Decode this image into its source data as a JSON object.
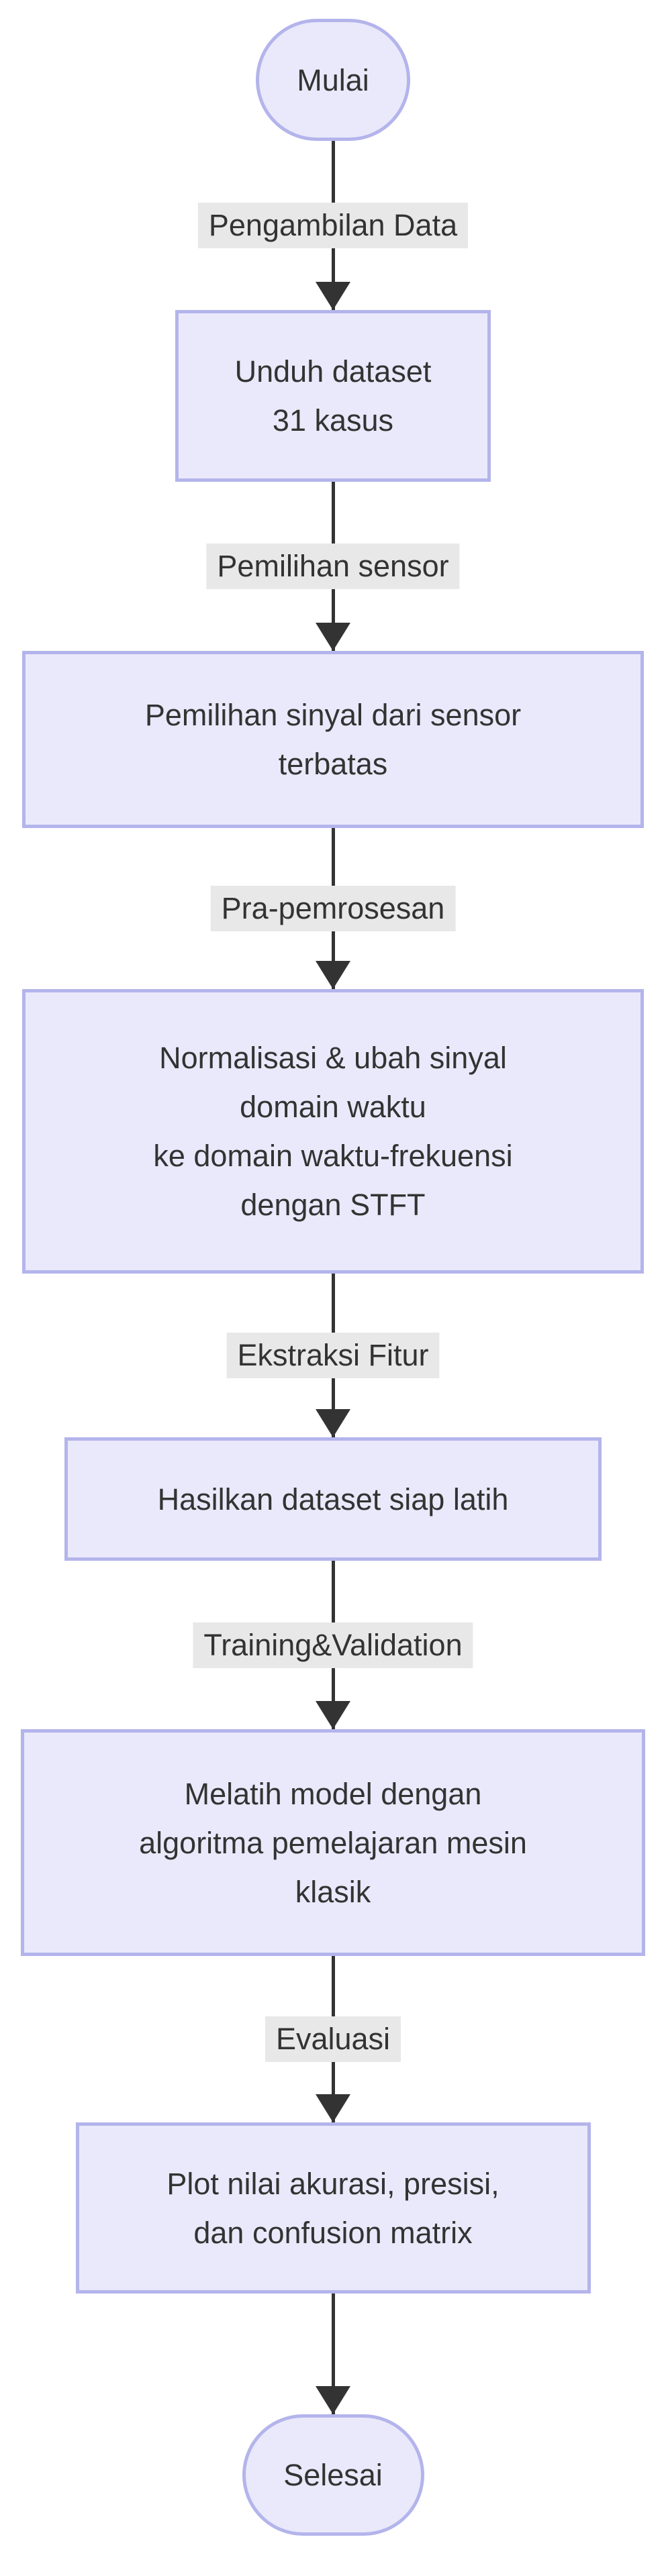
{
  "diagram": {
    "type": "flowchart",
    "direction": "top-down",
    "colors": {
      "background": "#ffffff",
      "node_fill": "#e9e9fb",
      "node_border": "#b4b4ec",
      "edge": "#333333",
      "edge_label_bg": "#e8e8e8",
      "text": "#333333"
    },
    "nodes": [
      {
        "id": "start",
        "shape": "stadium",
        "text": "Mulai"
      },
      {
        "id": "unduh-dataset",
        "shape": "rect",
        "text": "Unduh dataset\n31 kasus"
      },
      {
        "id": "pemilihan-sinyal",
        "shape": "rect",
        "text": "Pemilihan sinyal dari sensor\nterbatas"
      },
      {
        "id": "normalisasi",
        "shape": "rect",
        "text": "Normalisasi & ubah sinyal\ndomain waktu\nke domain waktu-frekuensi\ndengan STFT"
      },
      {
        "id": "hasilkan-dataset",
        "shape": "rect",
        "text": "Hasilkan dataset siap latih"
      },
      {
        "id": "melatih-model",
        "shape": "rect",
        "text": "Melatih model dengan\nalgoritma pemelajaran mesin\nklasik"
      },
      {
        "id": "plot-hasil",
        "shape": "rect",
        "text": "Plot nilai akurasi, presisi,\ndan confusion matrix"
      },
      {
        "id": "end",
        "shape": "stadium",
        "text": "Selesai"
      }
    ],
    "edges": [
      {
        "from": "start",
        "to": "unduh-dataset",
        "label": "Pengambilan Data"
      },
      {
        "from": "unduh-dataset",
        "to": "pemilihan-sinyal",
        "label": "Pemilihan sensor"
      },
      {
        "from": "pemilihan-sinyal",
        "to": "normalisasi",
        "label": "Pra-pemrosesan"
      },
      {
        "from": "normalisasi",
        "to": "hasilkan-dataset",
        "label": "Ekstraksi Fitur"
      },
      {
        "from": "hasilkan-dataset",
        "to": "melatih-model",
        "label": "Training&Validation"
      },
      {
        "from": "melatih-model",
        "to": "plot-hasil",
        "label": "Evaluasi"
      },
      {
        "from": "plot-hasil",
        "to": "end",
        "label": ""
      }
    ]
  }
}
